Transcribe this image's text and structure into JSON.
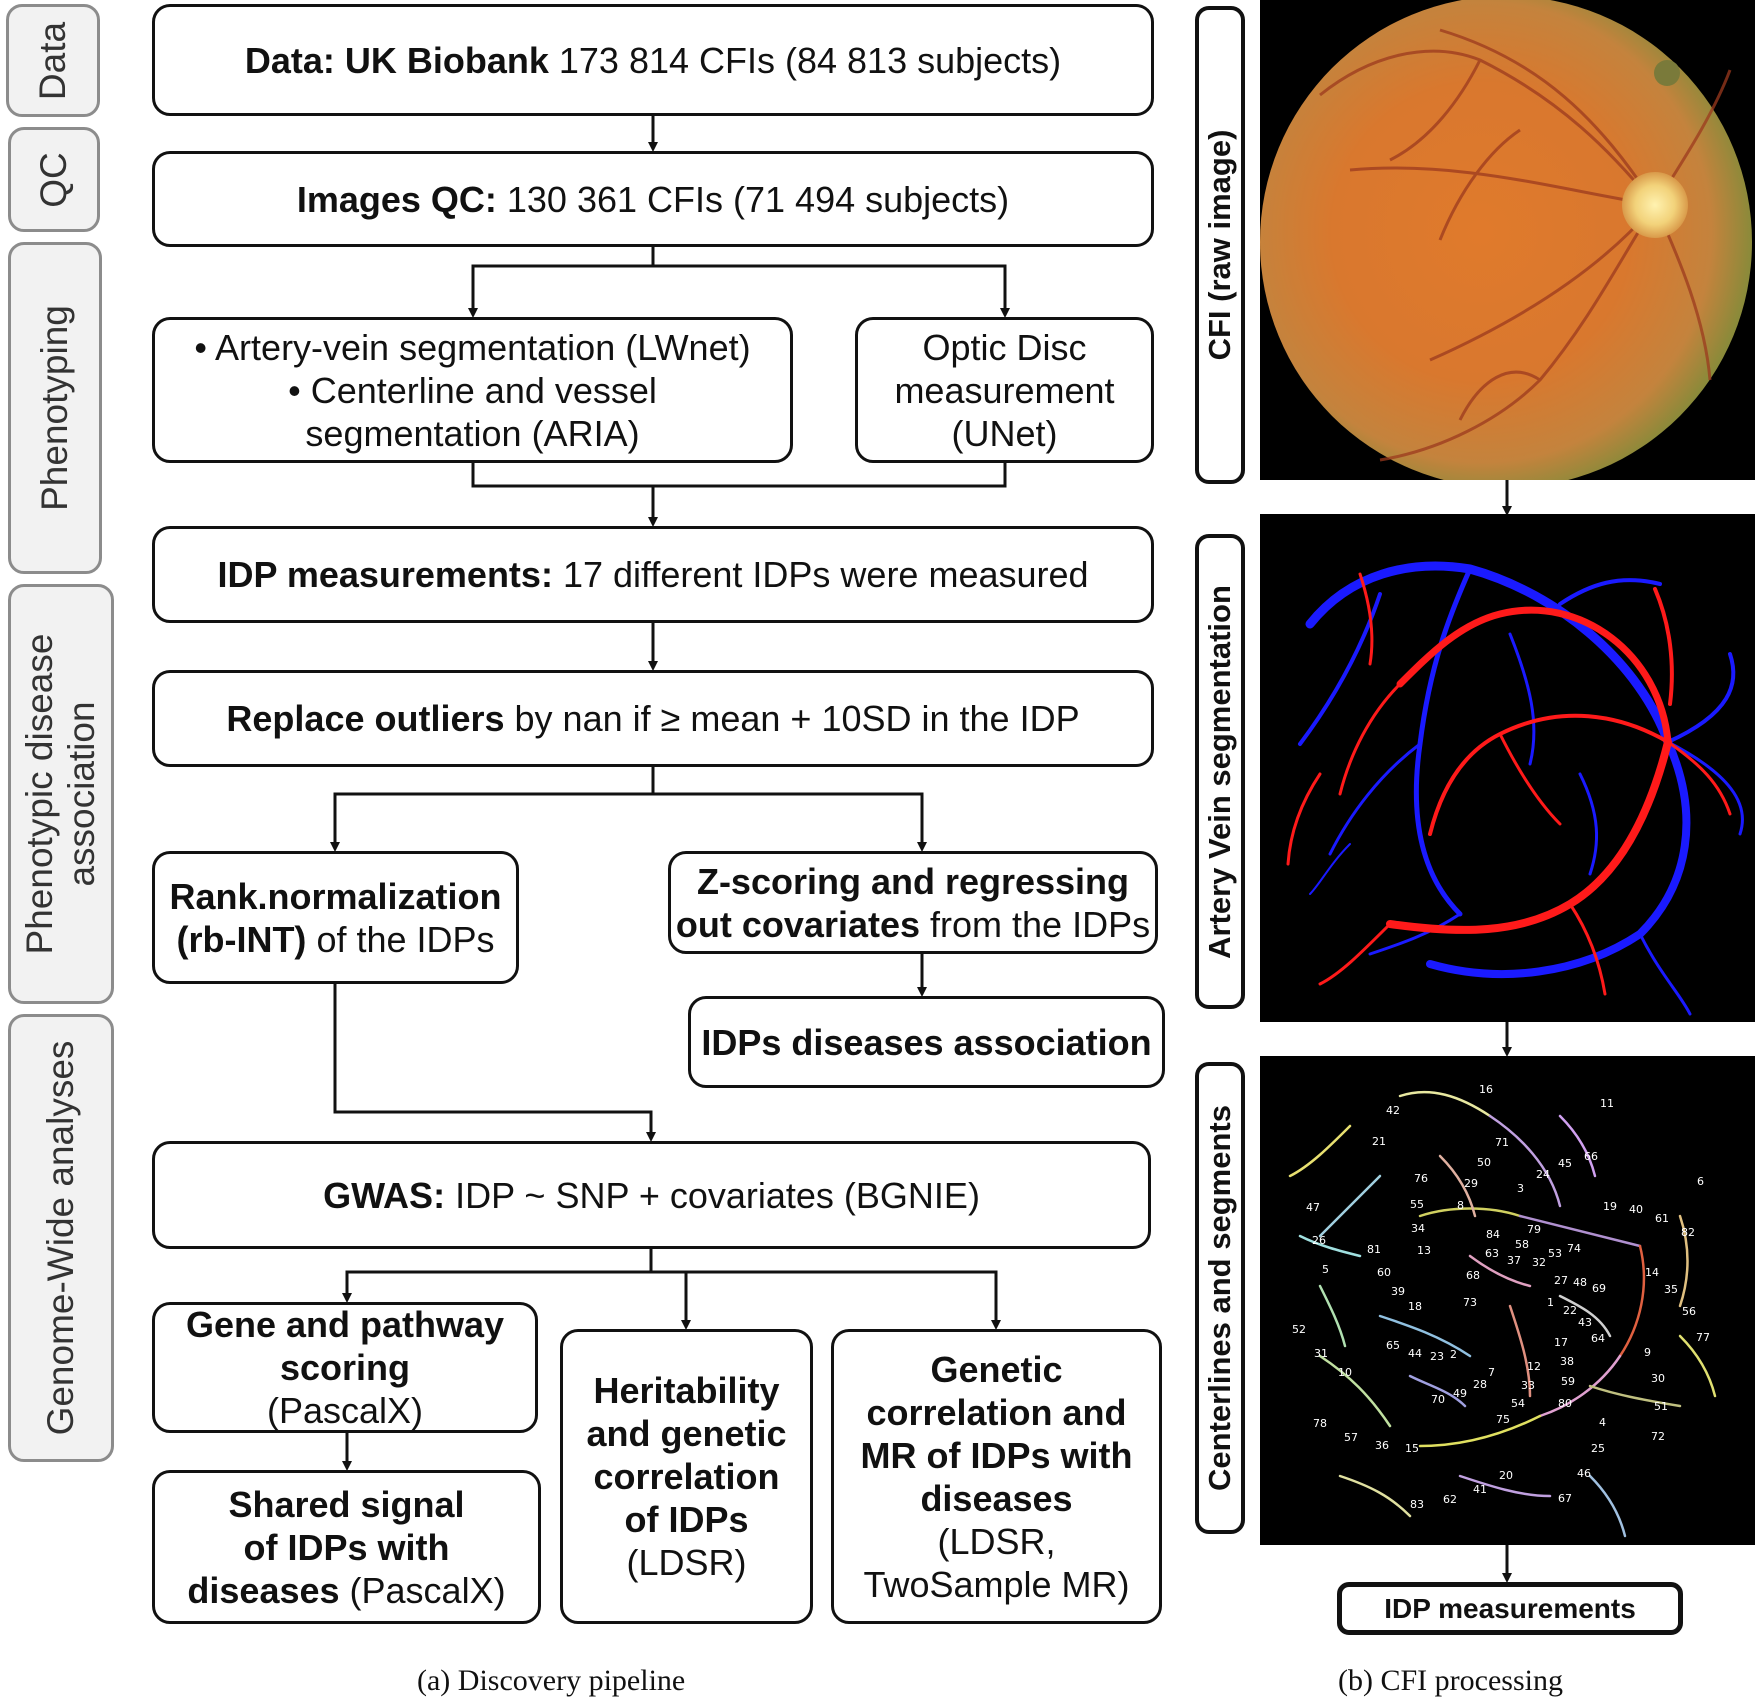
{
  "side_labels": {
    "data": "Data",
    "qc": "QC",
    "phenotyping": "Phenotyping",
    "phenotypic_line1": "Phenotypic disease",
    "phenotypic_line2": "association",
    "genome": "Genome-Wide analyses"
  },
  "boxes": {
    "data_bold": "Data: UK Biobank",
    "data_rest": " 173 814 CFIs (84 813 subjects)",
    "qc_bold": "Images QC:",
    "qc_rest": " 130 361 CFIs (71 494 subjects)",
    "av_line1": "• Artery-vein segmentation (LWnet)",
    "av_line2": "• Centerline and vessel",
    "av_line3": "segmentation (ARIA)",
    "od_line1": "Optic Disc",
    "od_line2": "measurement",
    "od_line3": "(UNet)",
    "idp_bold": "IDP measurements:",
    "idp_rest": " 17 different IDPs were measured",
    "outliers_bold": "Replace outliers",
    "outliers_rest": " by nan if ≥ mean + 10SD in the IDP",
    "rank_line1": "Rank.normalization",
    "rank_bold2": "(rb-INT)",
    "rank_rest2": " of the IDPs",
    "zscore_line1": "Z-scoring and regressing",
    "zscore_bold2": "out covariates",
    "zscore_rest2": " from the IDPs",
    "assoc": "IDPs diseases association",
    "gwas_bold": "GWAS:",
    "gwas_rest": " IDP ~ SNP + covariates  (BGNIE)",
    "gene_line1": "Gene and pathway",
    "gene_line2": "scoring",
    "gene_line3": "(PascalX)",
    "shared_line1": "Shared signal",
    "shared_line2": "of IDPs with",
    "shared_bold3": "diseases",
    "shared_rest3": " (PascalX)",
    "herit_line1": "Heritability",
    "herit_line2": "and genetic",
    "herit_line3": "correlation",
    "herit_line4": "of  IDPs",
    "herit_line5": "(LDSR)",
    "gc_line1": "Genetic",
    "gc_line2": "correlation and",
    "gc_line3": "MR of IDPs with",
    "gc_line4": "diseases",
    "gc_line5": "(LDSR,",
    "gc_line6": "TwoSample MR)"
  },
  "right_panel": {
    "cfi_label": "CFI (raw image)",
    "av_label": "Artery Vein segmentation",
    "centerline_label": "Centerlines and segments",
    "idp_box": "IDP measurements"
  },
  "segment_numbers": [
    "1",
    "2",
    "3",
    "4",
    "5",
    "6",
    "7",
    "8",
    "9",
    "10",
    "11",
    "12",
    "13",
    "14",
    "15",
    "16",
    "17",
    "18",
    "19",
    "20",
    "21",
    "22",
    "23",
    "24",
    "25",
    "26",
    "27",
    "28",
    "29",
    "30",
    "31",
    "32",
    "33",
    "34",
    "35",
    "36",
    "37",
    "38",
    "39",
    "40",
    "41",
    "42",
    "43",
    "44",
    "45",
    "46",
    "47",
    "48",
    "49",
    "50",
    "51",
    "52",
    "53",
    "54",
    "55",
    "56",
    "57",
    "58",
    "59",
    "60",
    "61",
    "62",
    "63",
    "64",
    "65",
    "66",
    "67",
    "68",
    "69",
    "70",
    "71",
    "72",
    "73",
    "74",
    "75",
    "76",
    "77",
    "78",
    "79",
    "80",
    "81",
    "82",
    "83",
    "84"
  ],
  "captions": {
    "a": "(a) Discovery pipeline",
    "b": "(b) CFI processing"
  },
  "colors": {
    "artery": "#ff1a1a",
    "vein": "#1a1aff",
    "fundus": "#d9782e",
    "optic_disc": "#f2d27a"
  }
}
